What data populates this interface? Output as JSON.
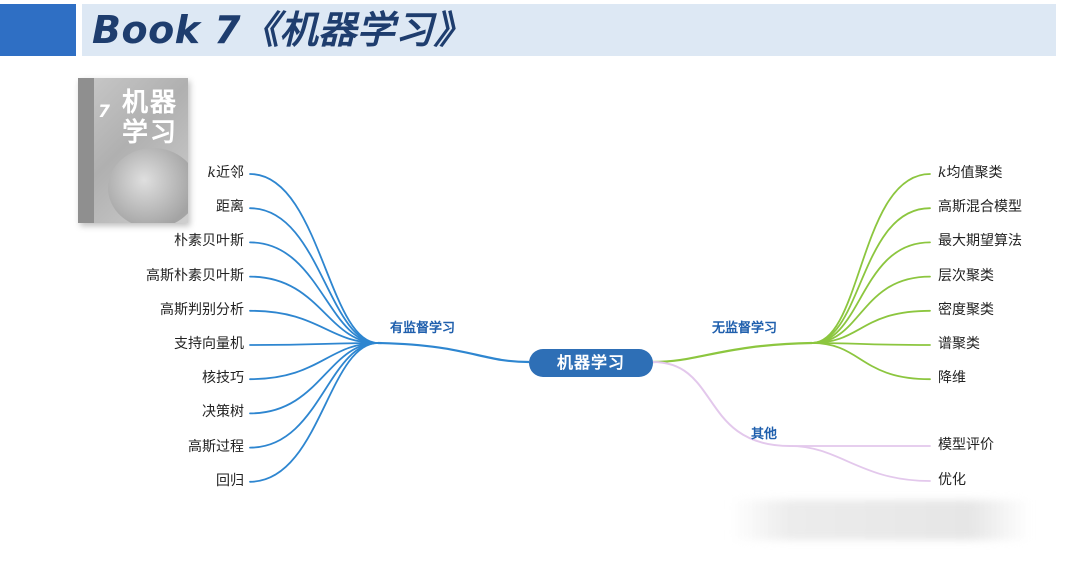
{
  "header": {
    "title": "Book 7《机器学习》"
  },
  "cover": {
    "number": "7",
    "title_line1": "机器",
    "title_line2": "学习"
  },
  "mindmap": {
    "root": "机器学习",
    "supervised": {
      "label": "有监督学习",
      "color": "#2e86d0",
      "items": [
        "k近邻",
        "距离",
        "朴素贝叶斯",
        "高斯朴素贝叶斯",
        "高斯判别分析",
        "支持向量机",
        "核技巧",
        "决策树",
        "高斯过程",
        "回归"
      ]
    },
    "unsupervised": {
      "label": "无监督学习",
      "color": "#8cc63f",
      "items": [
        "k均值聚类",
        "高斯混合模型",
        "最大期望算法",
        "层次聚类",
        "密度聚类",
        "谱聚类",
        "降维"
      ]
    },
    "other": {
      "label": "其他",
      "color": "#e3c8ec",
      "items": [
        "模型评价",
        "优化"
      ]
    }
  }
}
